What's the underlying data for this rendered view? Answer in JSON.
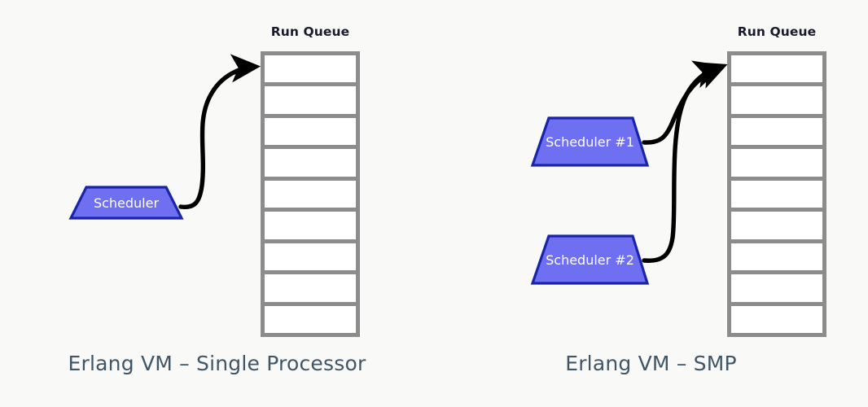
{
  "meta": {
    "background_color": "#f9f9f8",
    "accent_fill": "#6f6ff2",
    "accent_stroke": "#1a24a8",
    "queue_border_color": "#8c8c8c",
    "queue_cell_color": "#ffffff",
    "arrow_color": "#000000",
    "caption_color": "#3f5668",
    "queue_label_color": "#1a1a2e"
  },
  "panels": [
    {
      "id": "single-processor",
      "queue": {
        "label": "Run Queue",
        "cell_count": 9
      },
      "schedulers": [
        {
          "label": "Scheduler"
        }
      ],
      "caption": "Erlang VM – Single Processor"
    },
    {
      "id": "smp",
      "queue": {
        "label": "Run Queue",
        "cell_count": 9
      },
      "schedulers": [
        {
          "label": "Scheduler #1"
        },
        {
          "label": "Scheduler #2"
        }
      ],
      "caption": "Erlang VM – SMP"
    }
  ]
}
